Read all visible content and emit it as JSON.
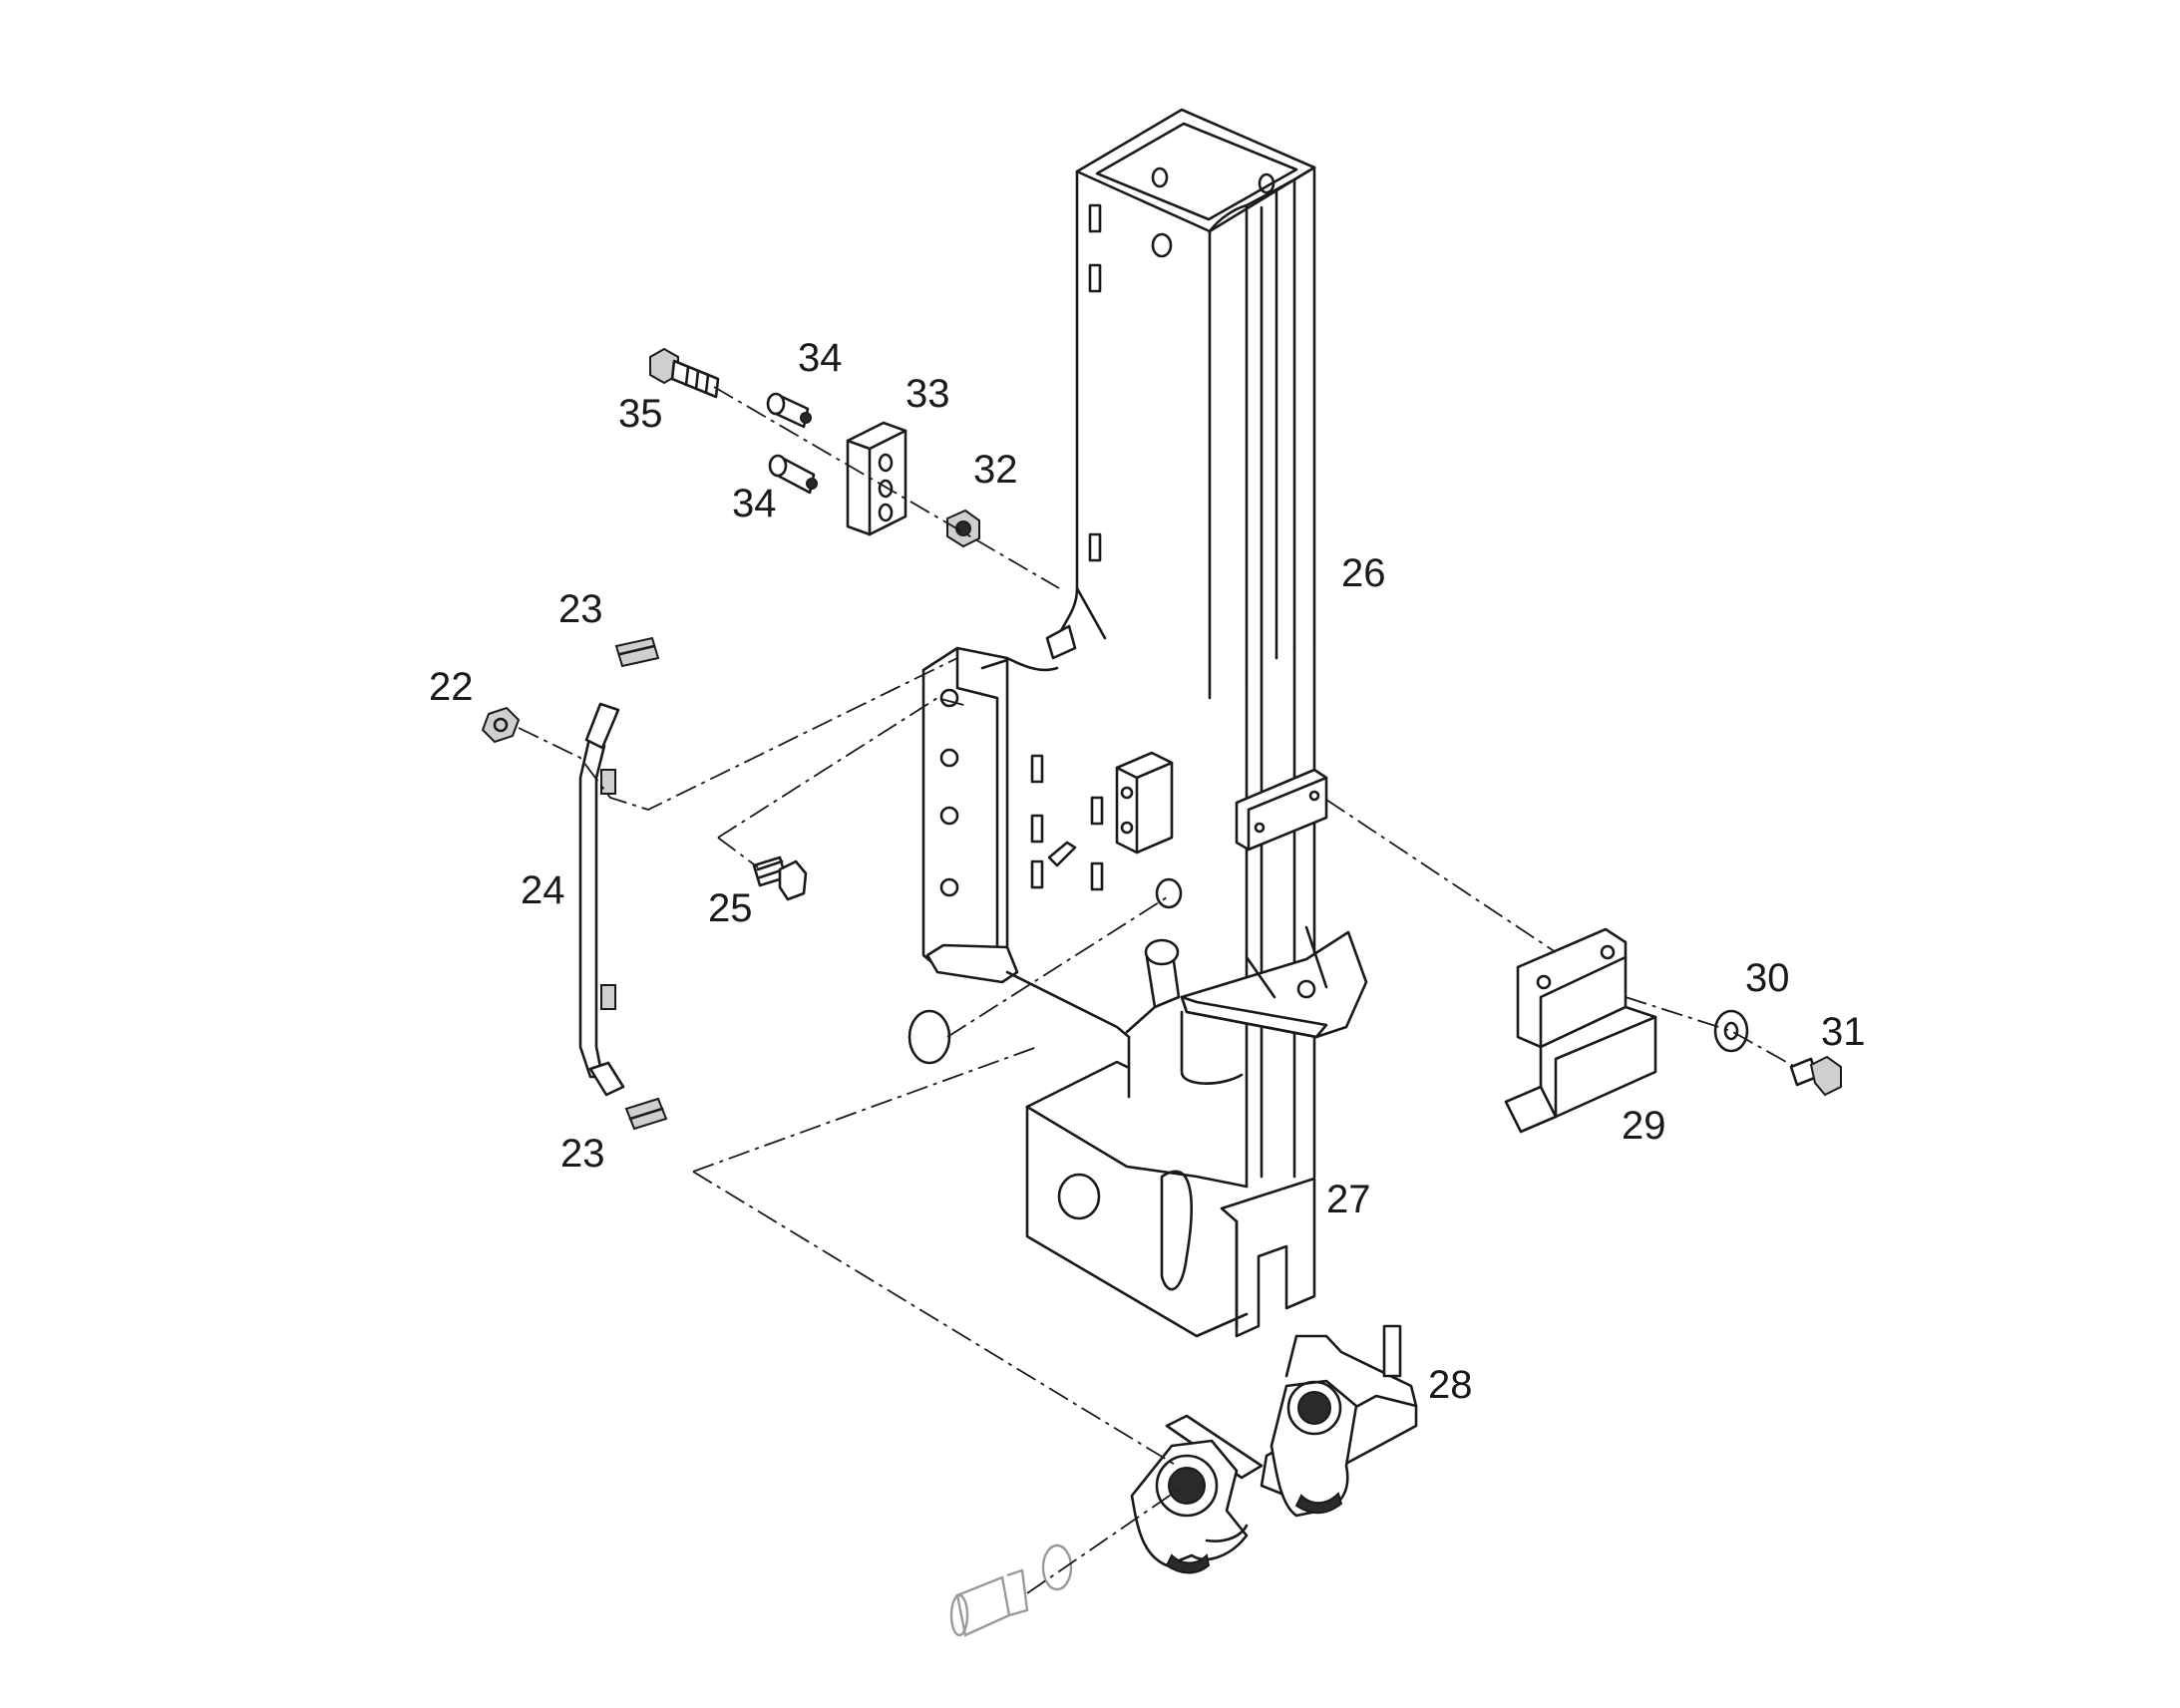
{
  "callouts": [
    {
      "id": "c35",
      "text": "35"
    },
    {
      "id": "c34a",
      "text": "34"
    },
    {
      "id": "c33",
      "text": "33"
    },
    {
      "id": "c34b",
      "text": "34"
    },
    {
      "id": "c32",
      "text": "32"
    },
    {
      "id": "c26",
      "text": "26"
    },
    {
      "id": "c23a",
      "text": "23"
    },
    {
      "id": "c22",
      "text": "22"
    },
    {
      "id": "c24",
      "text": "24"
    },
    {
      "id": "c25",
      "text": "25"
    },
    {
      "id": "c23b",
      "text": "23"
    },
    {
      "id": "c30",
      "text": "30"
    },
    {
      "id": "c31",
      "text": "31"
    },
    {
      "id": "c29",
      "text": "29"
    },
    {
      "id": "c27",
      "text": "27"
    },
    {
      "id": "c28",
      "text": "28"
    }
  ]
}
